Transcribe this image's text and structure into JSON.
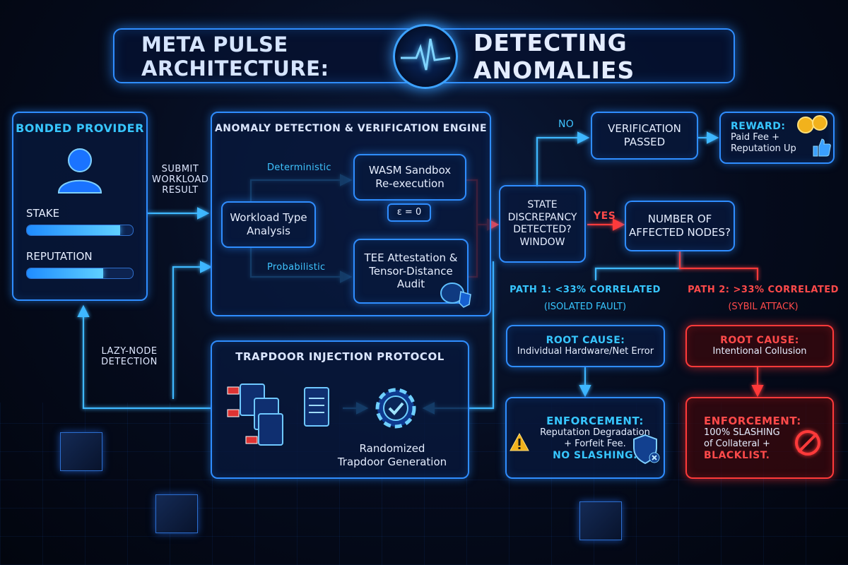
{
  "title": {
    "left": "META PULSE ARCHITECTURE:",
    "right": "DETECTING ANOMALIES"
  },
  "provider": {
    "title": "BONDED PROVIDER",
    "stake_label": "STAKE",
    "stake_level": 0.88,
    "reputation_label": "REPUTATION",
    "reputation_level": 0.72
  },
  "submit_label": "SUBMIT\nWORKLOAD\nRESULT",
  "lazy_label": "LAZY-NODE\nDETECTION",
  "engine": {
    "title": "ANOMALY DETECTION & VERIFICATION ENGINE",
    "workload": "Workload Type\nAnalysis",
    "deterministic": "Deterministic",
    "probabilistic": "Probabilistic",
    "wasm": "WASM Sandbox\nRe-execution",
    "epsilon": "ε = 0",
    "tee": "TEE Attestation &\nTensor-Distance\nAudit"
  },
  "trapdoor": {
    "title": "TRAPDOOR INJECTION PROTOCOL",
    "caption": "Randomized\nTrapdoor Generation"
  },
  "state": "STATE\nDISCREPANCY\nDETECTED?\nWINDOW",
  "no_label": "NO",
  "yes_label": "YES",
  "verification": "VERIFICATION\nPASSED",
  "reward": {
    "title": "REWARD:",
    "text": "Paid Fee +\nReputation Up"
  },
  "nodes": "NUMBER OF\nAFFECTED NODES?",
  "path1": {
    "title": "PATH 1: <33% CORRELATED",
    "sub": "(ISOLATED FAULT)",
    "root_title": "ROOT CAUSE:",
    "root_text": "Individual Hardware/Net Error",
    "enf_title": "ENFORCEMENT:",
    "enf_text": "Reputation Degradation\n+ Forfeit Fee.",
    "enf_strong": "NO SLASHING."
  },
  "path2": {
    "title": "PATH 2: >33% CORRELATED",
    "sub": "(SYBIL ATTACK)",
    "root_title": "ROOT CAUSE:",
    "root_text": "Intentional Collusion",
    "enf_title": "ENFORCEMENT:",
    "enf_text": "100% SLASHING\nof Collateral +",
    "enf_strong": "BLACKLIST."
  },
  "colors": {
    "blue": "#2f8dff",
    "cyan": "#37c6ff",
    "red": "#ff3a3a",
    "gold": "#f2b21c"
  },
  "icons": [
    "pulse-icon",
    "user-icon",
    "document-icon",
    "flag-icon",
    "gear-check-icon",
    "brain-shield-icon",
    "coin-icon",
    "thumbs-up-icon",
    "warning-icon",
    "shield-x-icon",
    "no-sign-icon"
  ]
}
